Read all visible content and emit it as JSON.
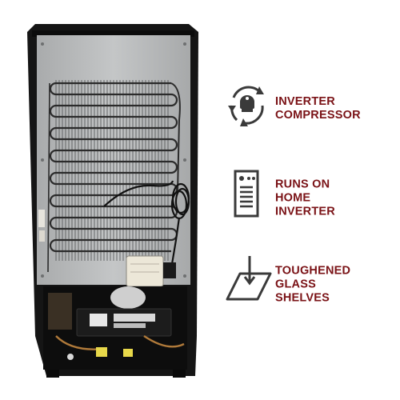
{
  "features": [
    {
      "icon": "inverter-compressor-icon",
      "lines": [
        "INVERTER",
        "COMPRESSOR"
      ]
    },
    {
      "icon": "home-inverter-icon",
      "lines": [
        "RUNS ON",
        "HOME",
        "INVERTER"
      ]
    },
    {
      "icon": "glass-shelf-icon",
      "lines": [
        "TOUGHENED",
        "GLASS",
        "SHELVES"
      ]
    }
  ],
  "colors": {
    "label": "#7a1216",
    "icon": "#3a3a3a",
    "cabinet": "#151515",
    "back_panel": "#b9bbbc"
  }
}
